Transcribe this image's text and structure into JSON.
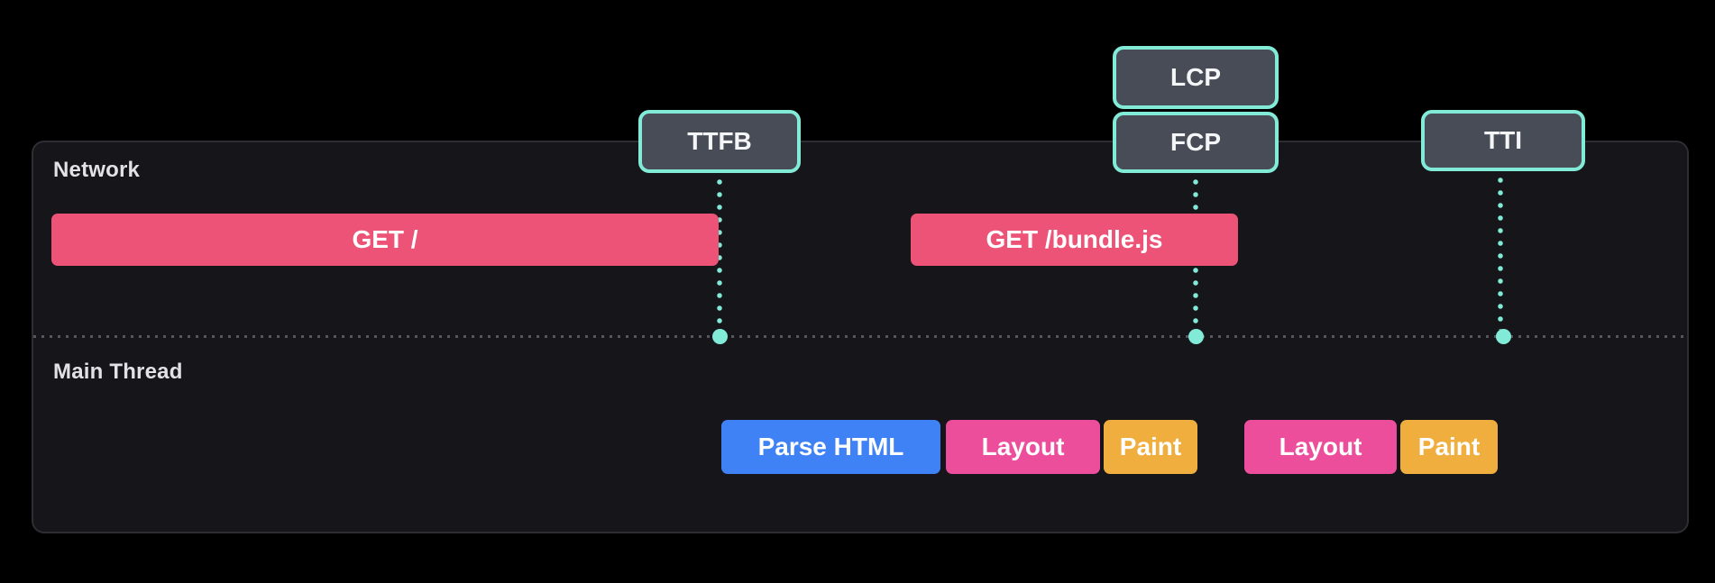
{
  "colors": {
    "accent_teal": "#82ebd8",
    "request_pink": "#ed5277",
    "layout_pink": "#ec4e9b",
    "parse_blue": "#3e82f6",
    "paint_orange": "#efae3e",
    "badge_fill": "#474c57",
    "panel_bg": "#15151a",
    "panel_border": "#2d2d33",
    "divider_gray": "#56565e"
  },
  "panel": {
    "network_label": "Network",
    "main_thread_label": "Main Thread"
  },
  "markers": {
    "ttfb": "TTFB",
    "lcp": "LCP",
    "fcp": "FCP",
    "tti": "TTI"
  },
  "network": {
    "bars": [
      {
        "label": "GET /"
      },
      {
        "label": "GET /bundle.js"
      }
    ]
  },
  "main_thread": {
    "bars": [
      {
        "label": "Parse HTML"
      },
      {
        "label": "Layout"
      },
      {
        "label": "Paint"
      },
      {
        "label": "Layout"
      },
      {
        "label": "Paint"
      }
    ]
  }
}
